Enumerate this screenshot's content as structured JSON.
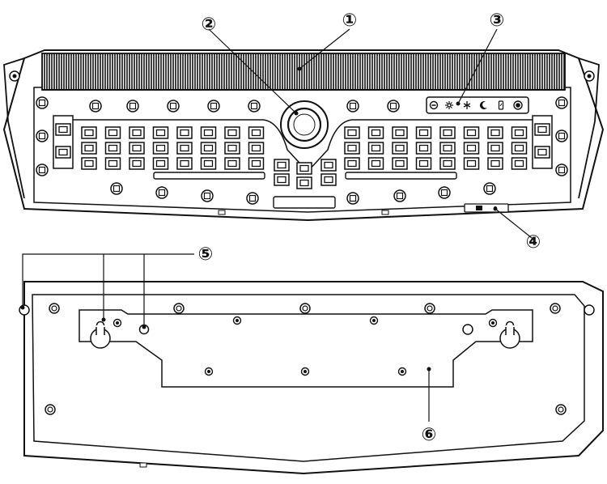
{
  "colors": {
    "line": "#111111",
    "background": "#ffffff"
  },
  "callouts": [
    {
      "id": "1",
      "label": "①"
    },
    {
      "id": "2",
      "label": "②"
    },
    {
      "id": "3",
      "label": "③"
    },
    {
      "id": "4",
      "label": "④"
    },
    {
      "id": "5",
      "label": "⑤"
    },
    {
      "id": "6",
      "label": "⑥"
    }
  ],
  "front_view": {
    "mode_icons": [
      "power-icon",
      "sun-burst-icon",
      "sparkle-icon",
      "moon-icon",
      "battery-icon",
      "sensor-icon"
    ]
  }
}
